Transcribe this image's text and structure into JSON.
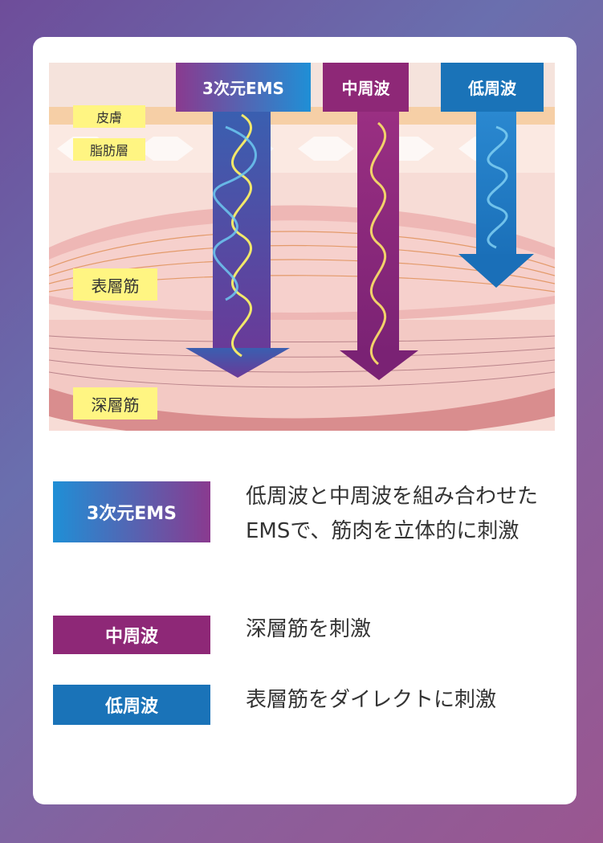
{
  "layers": {
    "skin": "皮膚",
    "fat": "脂肪層",
    "surface_muscle": "表層筋",
    "deep_muscle": "深層筋"
  },
  "arrows": {
    "ems3d": "3次元EMS",
    "mid": "中周波",
    "low": "低周波"
  },
  "legend": [
    {
      "label": "3次元EMS",
      "text": "低周波と中周波を組み合わせたEMSで、筋肉を立体的に刺激"
    },
    {
      "label": "中周波",
      "text": "深層筋を刺激"
    },
    {
      "label": "低周波",
      "text": "表層筋をダイレクトに刺激"
    }
  ],
  "colors": {
    "ems3d_start": "#1f8fd6",
    "ems3d_end": "#8a3a8f",
    "mid": "#8e2877",
    "low": "#1a73b8"
  }
}
